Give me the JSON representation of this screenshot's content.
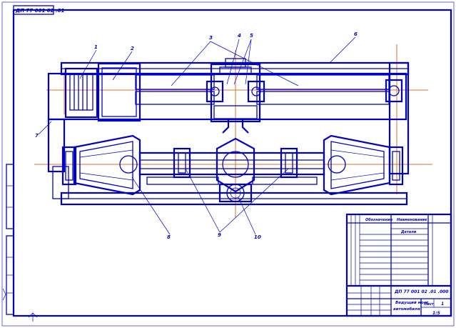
{
  "sheet": {
    "stamp_top": "ДП 77 001 02 .01"
  },
  "callouts": [
    {
      "id": "c1",
      "label": "1"
    },
    {
      "id": "c2",
      "label": "2"
    },
    {
      "id": "c3",
      "label": "3"
    },
    {
      "id": "c4",
      "label": "4"
    },
    {
      "id": "c5",
      "label": "5"
    },
    {
      "id": "c6",
      "label": "6"
    },
    {
      "id": "c7",
      "label": "7"
    },
    {
      "id": "c8",
      "label": "8"
    },
    {
      "id": "c9",
      "label": "9"
    },
    {
      "id": "c10",
      "label": "10"
    }
  ],
  "title_block": {
    "header_col1": "Обозначение",
    "header_col2": "Наименование",
    "section": "Детали",
    "doc_number": "ДП 77 001 02 .01 .000",
    "title_line1": "Ведущий мост",
    "title_line2": "автомобиля",
    "sheet_label": "Лист",
    "sheets_count": "1",
    "scale": "1:5"
  },
  "colors": {
    "line": "#0000c8",
    "axis": "#e07020"
  }
}
